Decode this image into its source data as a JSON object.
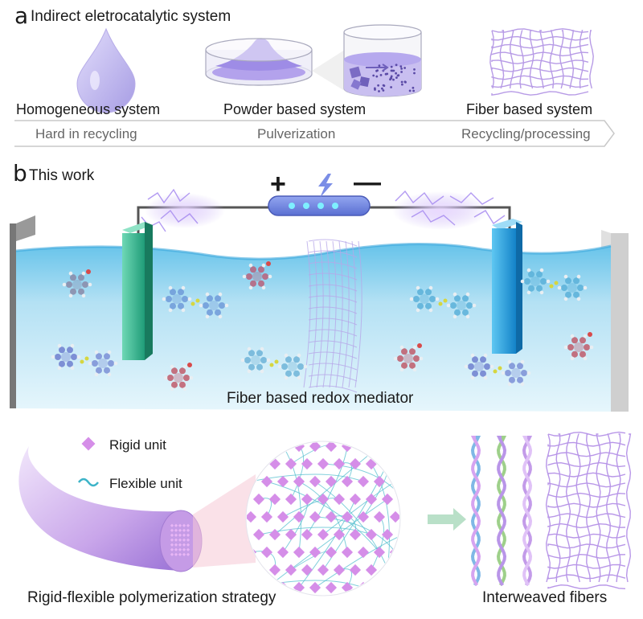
{
  "panel_a": {
    "letter": "a",
    "title": "Indirect eletrocatalytic system",
    "systems": [
      {
        "label": "Homogeneous system"
      },
      {
        "label": "Powder based system"
      },
      {
        "label": "Fiber based system"
      }
    ],
    "arrow_labels": [
      "Hard in recycling",
      "Pulverization",
      "Recycling/processing"
    ]
  },
  "panel_b": {
    "letter": "b",
    "title": "This work",
    "power": {
      "plus": "+",
      "minus": "—"
    },
    "mediator_label": "Fiber based redox mediator",
    "legend": {
      "rigid": "Rigid unit",
      "flexible": "Flexible unit"
    },
    "strategy_label": "Rigid-flexible polymerization strategy",
    "fibers_label": "Interweaved fibers"
  },
  "colors": {
    "water": "#bfe6f6",
    "lavender": "#c9c2ef",
    "electrode_left": "#2fb08a",
    "electrode_right": "#1aa0de",
    "rigid_unit": "#d58ee8",
    "flexible_unit": "#3db4c8",
    "battery": "#6f83e0"
  },
  "icons": [
    "water-drop-icon",
    "petri-dish-icon",
    "beaker-icon",
    "lightning-icon",
    "plus-icon",
    "minus-icon"
  ]
}
